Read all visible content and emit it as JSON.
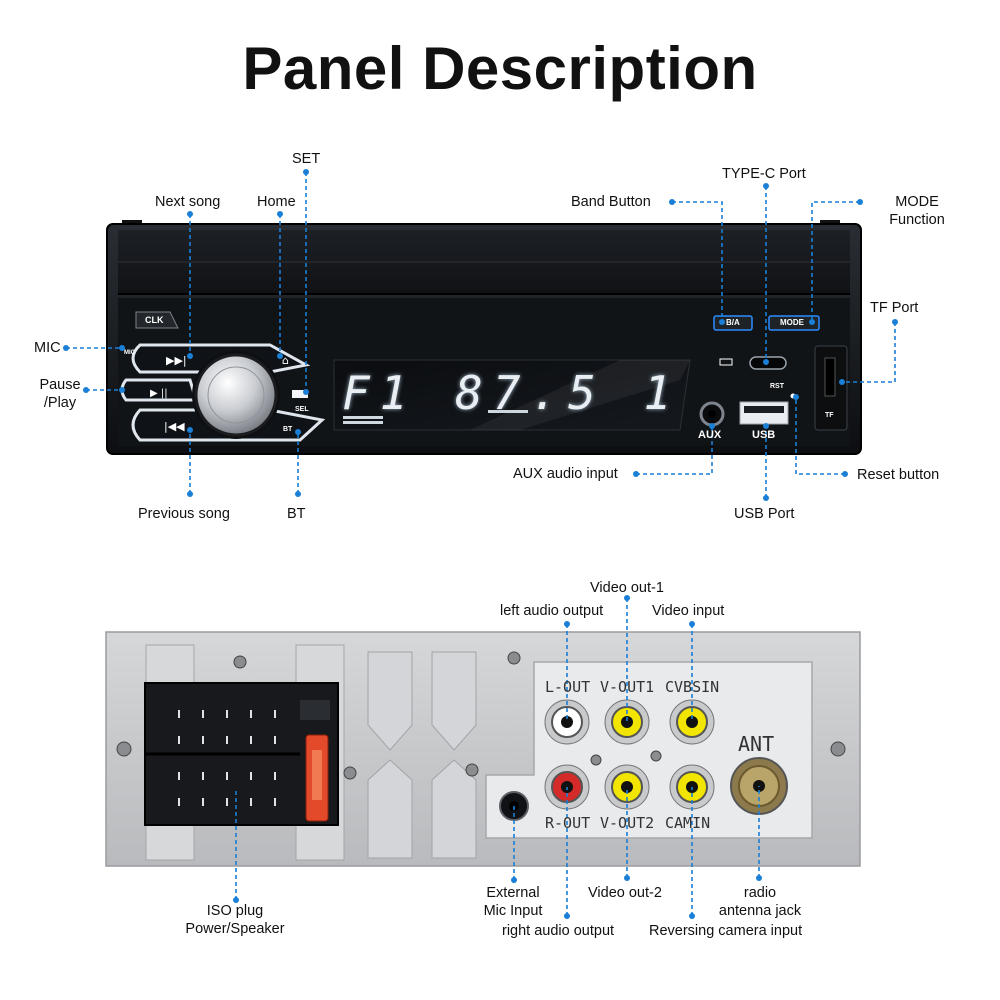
{
  "title": "Panel Description",
  "front": {
    "labels": {
      "set": "SET",
      "next_song": "Next song",
      "home": "Home",
      "mic": "MIC",
      "pause_play": [
        "Pause",
        "/Play"
      ],
      "previous_song": "Previous song",
      "bt": "BT",
      "band_button": "Band Button",
      "typec_port": "TYPE-C Port",
      "mode_function": [
        "MODE",
        "Function"
      ],
      "tf_port": "TF Port",
      "aux_audio_input": "AUX audio input",
      "usb_port": "USB Port",
      "reset_button": "Reset button"
    },
    "device_text": {
      "clk": "CLK",
      "mic": "MIC",
      "sel": "SEL",
      "bt": "BT",
      "ba": "B/A",
      "mode": "MODE",
      "rst": "RST",
      "aux": "AUX",
      "usb": "USB",
      "tf": "TF",
      "display": "F1 87.5 1"
    }
  },
  "rear": {
    "labels": {
      "video_out_1": "Video out-1",
      "left_audio_output": "left audio output",
      "video_input": "Video input",
      "iso_plug": [
        "ISO plug",
        "Power/Speaker"
      ],
      "external_mic_input": [
        "External",
        "Mic Input"
      ],
      "right_audio_output": "right audio output",
      "video_out_2": "Video out-2",
      "reversing_camera_input": "Reversing camera input",
      "radio_antenna_jack": [
        "radio",
        "antenna jack"
      ]
    },
    "port_text": {
      "l_out": "L-OUT",
      "v_out1": "V-OUT1",
      "cvbsin": "CVBSIN",
      "r_out": "R-OUT",
      "v_out2": "V-OUT2",
      "camin": "CAMIN",
      "ant": "ANT"
    }
  },
  "colors": {
    "leader": "#1a7fd6",
    "jack_yellow": "#f2e600",
    "jack_red": "#d42a2a",
    "jack_white": "#ffffff",
    "device_body": "#1c1f24",
    "chassis": "#c8c9cb"
  }
}
